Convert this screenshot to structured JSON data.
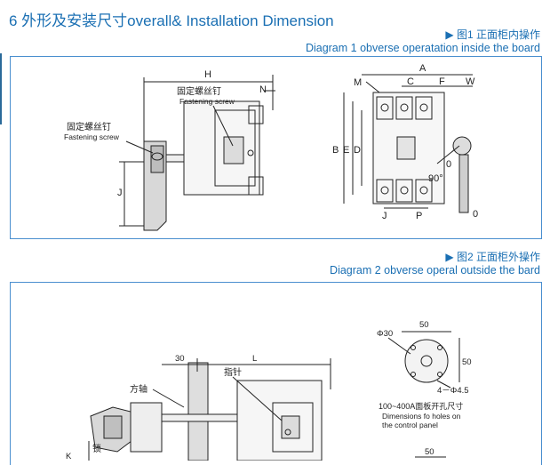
{
  "section_title": "6 外形及安装尺寸overall& Installation Dimension",
  "diagram1": {
    "caption_cn": "▶ 图1 正面柜内操作",
    "caption_en": "Diagram 1 obverse operatation inside the board",
    "label_fastening_cn_top": "固定螺丝钉",
    "label_fastening_en_top": "Fastening screw",
    "label_fastening_cn_left": "固定螺丝钉",
    "label_fastening_en_left": "Fastening screw",
    "dim_H": "H",
    "dim_N": "N",
    "dim_J_side": "J",
    "dim_A": "A",
    "dim_M": "M",
    "dim_C": "C",
    "dim_F": "F",
    "dim_W": "W",
    "dim_B": "B",
    "dim_E": "E",
    "dim_D": "D",
    "dim_J_front": "J",
    "dim_P": "P",
    "dim_0_right": "0",
    "dim_90": "90°",
    "dim_0_bottom": "0"
  },
  "diagram2": {
    "caption_cn": "▶ 图2 正面柜外操作",
    "caption_en": "Diagram 2 obverse operal outside the bard",
    "dim_30": "30",
    "dim_L": "L",
    "label_pointer": "指针",
    "label_shaft": "方轴",
    "label_lock": "锁",
    "dim_K": "K",
    "hole_phi30": "Φ30",
    "hole_50_top": "50",
    "hole_50_side": "50",
    "hole_4phi": "4－Φ4.5",
    "hole_note_cn": "100~400A面板开孔尺寸",
    "hole_note_en1": "Dimensions fo holes on",
    "hole_note_en2": "the control panel",
    "dim_50_bottom": "50"
  },
  "colors": {
    "accent": "#1a6fb3",
    "panel_border": "#4a8fcf",
    "line": "#222222",
    "hatch": "#cfcfcf"
  }
}
